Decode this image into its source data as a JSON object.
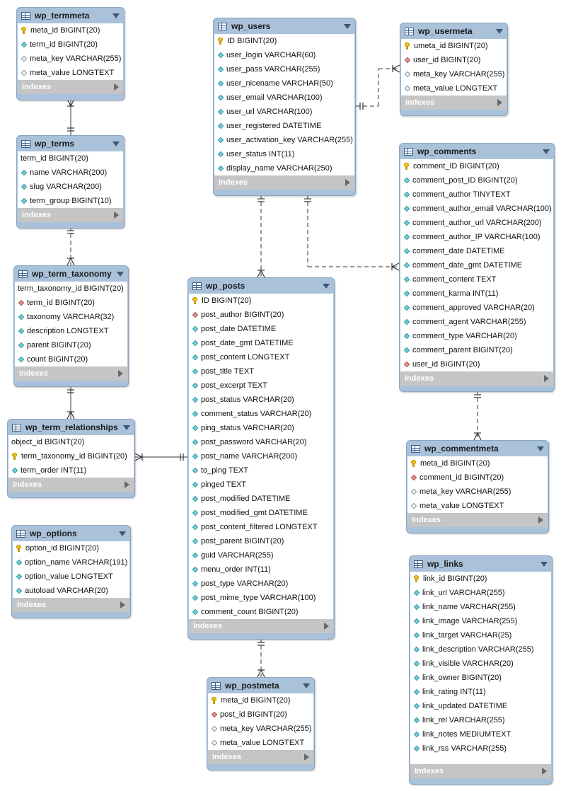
{
  "indexes_label": "Indexes",
  "colors": {
    "header": "#a9c2da",
    "indexes": "#c5c5c5",
    "connector": "#333333"
  },
  "icons": {
    "key": "primary-key-icon",
    "dia": "column-icon",
    "fk": "foreign-key-icon",
    "hol": "nullable-column-icon",
    "none": ""
  },
  "tables": [
    {
      "name": "wp_termmeta",
      "columns": [
        {
          "text": "meta_id BIGINT(20)",
          "icon": "key"
        },
        {
          "text": "term_id BIGINT(20)",
          "icon": "dia"
        },
        {
          "text": "meta_key VARCHAR(255)",
          "icon": "hol"
        },
        {
          "text": "meta_value LONGTEXT",
          "icon": "hol"
        }
      ]
    },
    {
      "name": "wp_terms",
      "columns": [
        {
          "text": "term_id BIGINT(20)",
          "icon": "none"
        },
        {
          "text": "name VARCHAR(200)",
          "icon": "dia"
        },
        {
          "text": "slug VARCHAR(200)",
          "icon": "dia"
        },
        {
          "text": "term_group BIGINT(10)",
          "icon": "dia"
        }
      ]
    },
    {
      "name": "wp_term_taxonomy",
      "columns": [
        {
          "text": "term_taxonomy_id BIGINT(20)",
          "icon": "none"
        },
        {
          "text": "term_id BIGINT(20)",
          "icon": "fk"
        },
        {
          "text": "taxonomy VARCHAR(32)",
          "icon": "dia"
        },
        {
          "text": "description LONGTEXT",
          "icon": "dia"
        },
        {
          "text": "parent BIGINT(20)",
          "icon": "dia"
        },
        {
          "text": "count BIGINT(20)",
          "icon": "dia"
        }
      ]
    },
    {
      "name": "wp_term_relationships",
      "columns": [
        {
          "text": "object_id BIGINT(20)",
          "icon": "none"
        },
        {
          "text": "term_taxonomy_id BIGINT(20)",
          "icon": "key"
        },
        {
          "text": "term_order INT(11)",
          "icon": "dia"
        }
      ]
    },
    {
      "name": "wp_options",
      "columns": [
        {
          "text": "option_id BIGINT(20)",
          "icon": "key"
        },
        {
          "text": "option_name VARCHAR(191)",
          "icon": "dia"
        },
        {
          "text": "option_value LONGTEXT",
          "icon": "dia"
        },
        {
          "text": "autoload VARCHAR(20)",
          "icon": "dia"
        }
      ]
    },
    {
      "name": "wp_users",
      "columns": [
        {
          "text": "ID BIGINT(20)",
          "icon": "key"
        },
        {
          "text": "user_login VARCHAR(60)",
          "icon": "dia"
        },
        {
          "text": "user_pass VARCHAR(255)",
          "icon": "dia"
        },
        {
          "text": "user_nicename VARCHAR(50)",
          "icon": "dia"
        },
        {
          "text": "user_email VARCHAR(100)",
          "icon": "dia"
        },
        {
          "text": "user_url VARCHAR(100)",
          "icon": "dia"
        },
        {
          "text": "user_registered DATETIME",
          "icon": "dia"
        },
        {
          "text": "user_activation_key VARCHAR(255)",
          "icon": "dia"
        },
        {
          "text": "user_status INT(11)",
          "icon": "dia"
        },
        {
          "text": "display_name VARCHAR(250)",
          "icon": "dia"
        }
      ]
    },
    {
      "name": "wp_posts",
      "columns": [
        {
          "text": "ID BIGINT(20)",
          "icon": "key"
        },
        {
          "text": "post_author BIGINT(20)",
          "icon": "fk"
        },
        {
          "text": "post_date DATETIME",
          "icon": "dia"
        },
        {
          "text": "post_date_gmt DATETIME",
          "icon": "dia"
        },
        {
          "text": "post_content LONGTEXT",
          "icon": "dia"
        },
        {
          "text": "post_title TEXT",
          "icon": "dia"
        },
        {
          "text": "post_excerpt TEXT",
          "icon": "dia"
        },
        {
          "text": "post_status VARCHAR(20)",
          "icon": "dia"
        },
        {
          "text": "comment_status VARCHAR(20)",
          "icon": "dia"
        },
        {
          "text": "ping_status VARCHAR(20)",
          "icon": "dia"
        },
        {
          "text": "post_password VARCHAR(20)",
          "icon": "dia"
        },
        {
          "text": "post_name VARCHAR(200)",
          "icon": "dia"
        },
        {
          "text": "to_ping TEXT",
          "icon": "dia"
        },
        {
          "text": "pinged TEXT",
          "icon": "dia"
        },
        {
          "text": "post_modified DATETIME",
          "icon": "dia"
        },
        {
          "text": "post_modified_gmt DATETIME",
          "icon": "dia"
        },
        {
          "text": "post_content_filtered LONGTEXT",
          "icon": "dia"
        },
        {
          "text": "post_parent BIGINT(20)",
          "icon": "dia"
        },
        {
          "text": "guid VARCHAR(255)",
          "icon": "dia"
        },
        {
          "text": "menu_order INT(11)",
          "icon": "dia"
        },
        {
          "text": "post_type VARCHAR(20)",
          "icon": "dia"
        },
        {
          "text": "post_mime_type VARCHAR(100)",
          "icon": "dia"
        },
        {
          "text": "comment_count BIGINT(20)",
          "icon": "dia"
        }
      ]
    },
    {
      "name": "wp_postmeta",
      "columns": [
        {
          "text": "meta_id BIGINT(20)",
          "icon": "key"
        },
        {
          "text": "post_id BIGINT(20)",
          "icon": "fk"
        },
        {
          "text": "meta_key VARCHAR(255)",
          "icon": "hol"
        },
        {
          "text": "meta_value LONGTEXT",
          "icon": "hol"
        }
      ]
    },
    {
      "name": "wp_usermeta",
      "columns": [
        {
          "text": "umeta_id BIGINT(20)",
          "icon": "key"
        },
        {
          "text": "user_id BIGINT(20)",
          "icon": "fk"
        },
        {
          "text": "meta_key VARCHAR(255)",
          "icon": "hol"
        },
        {
          "text": "meta_value LONGTEXT",
          "icon": "hol"
        }
      ]
    },
    {
      "name": "wp_comments",
      "columns": [
        {
          "text": "comment_ID BIGINT(20)",
          "icon": "key"
        },
        {
          "text": "comment_post_ID BIGINT(20)",
          "icon": "dia"
        },
        {
          "text": "comment_author TINYTEXT",
          "icon": "dia"
        },
        {
          "text": "comment_author_email VARCHAR(100)",
          "icon": "dia"
        },
        {
          "text": "comment_author_url VARCHAR(200)",
          "icon": "dia"
        },
        {
          "text": "comment_author_IP VARCHAR(100)",
          "icon": "dia"
        },
        {
          "text": "comment_date DATETIME",
          "icon": "dia"
        },
        {
          "text": "comment_date_gmt DATETIME",
          "icon": "dia"
        },
        {
          "text": "comment_content TEXT",
          "icon": "dia"
        },
        {
          "text": "comment_karma INT(11)",
          "icon": "dia"
        },
        {
          "text": "comment_approved VARCHAR(20)",
          "icon": "dia"
        },
        {
          "text": "comment_agent VARCHAR(255)",
          "icon": "dia"
        },
        {
          "text": "comment_type VARCHAR(20)",
          "icon": "dia"
        },
        {
          "text": "comment_parent BIGINT(20)",
          "icon": "dia"
        },
        {
          "text": "user_id BIGINT(20)",
          "icon": "fk"
        }
      ]
    },
    {
      "name": "wp_commentmeta",
      "columns": [
        {
          "text": "meta_id BIGINT(20)",
          "icon": "key"
        },
        {
          "text": "comment_id BIGINT(20)",
          "icon": "fk"
        },
        {
          "text": "meta_key VARCHAR(255)",
          "icon": "hol"
        },
        {
          "text": "meta_value LONGTEXT",
          "icon": "hol"
        }
      ]
    },
    {
      "name": "wp_links",
      "columns": [
        {
          "text": "link_id BIGINT(20)",
          "icon": "key"
        },
        {
          "text": "link_url VARCHAR(255)",
          "icon": "dia"
        },
        {
          "text": "link_name VARCHAR(255)",
          "icon": "dia"
        },
        {
          "text": "link_image VARCHAR(255)",
          "icon": "dia"
        },
        {
          "text": "link_target VARCHAR(25)",
          "icon": "dia"
        },
        {
          "text": "link_description VARCHAR(255)",
          "icon": "dia"
        },
        {
          "text": "link_visible VARCHAR(20)",
          "icon": "dia"
        },
        {
          "text": "link_owner BIGINT(20)",
          "icon": "dia"
        },
        {
          "text": "link_rating INT(11)",
          "icon": "dia"
        },
        {
          "text": "link_updated DATETIME",
          "icon": "dia"
        },
        {
          "text": "link_rel VARCHAR(255)",
          "icon": "dia"
        },
        {
          "text": "link_notes MEDIUMTEXT",
          "icon": "dia"
        },
        {
          "text": "link_rss VARCHAR(255)",
          "icon": "dia"
        }
      ]
    }
  ],
  "relationships": [
    {
      "from": "wp_terms",
      "to": "wp_termmeta",
      "cardinality": "one-to-many"
    },
    {
      "from": "wp_terms",
      "to": "wp_term_taxonomy",
      "cardinality": "one-to-many"
    },
    {
      "from": "wp_term_taxonomy",
      "to": "wp_term_relationships",
      "cardinality": "one-to-many"
    },
    {
      "from": "wp_posts",
      "to": "wp_term_relationships",
      "cardinality": "one-to-many"
    },
    {
      "from": "wp_users",
      "to": "wp_usermeta",
      "cardinality": "one-to-many"
    },
    {
      "from": "wp_users",
      "to": "wp_posts",
      "cardinality": "one-to-many"
    },
    {
      "from": "wp_users",
      "to": "wp_comments",
      "cardinality": "one-to-many"
    },
    {
      "from": "wp_posts",
      "to": "wp_postmeta",
      "cardinality": "one-to-many"
    },
    {
      "from": "wp_comments",
      "to": "wp_commentmeta",
      "cardinality": "one-to-many"
    }
  ]
}
